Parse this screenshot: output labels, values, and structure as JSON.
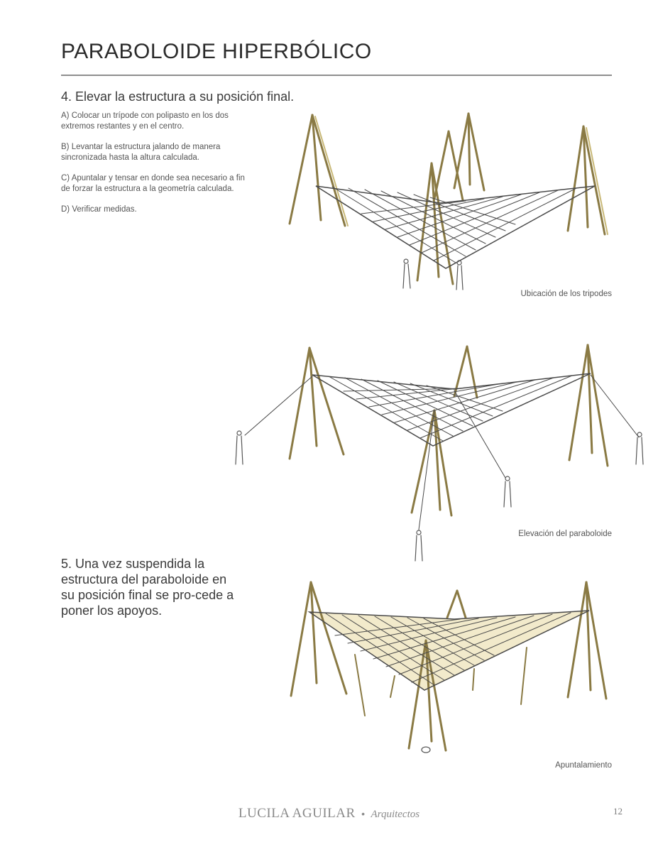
{
  "header": {
    "title": "PARABOLOIDE HIPERBÓLICO"
  },
  "step4": {
    "number": "4.",
    "heading": "Elevar la estructura a su posición final.",
    "items": [
      "A) Colocar un trípode con polipasto en los dos extremos restantes y en el centro.",
      "B) Levantar la estructura jalando de manera sincronizada hasta la altura calculada.",
      "C) Apuntalar y tensar en donde sea necesario a fin de forzar la estructura a la geometría calculada.",
      "D) Verificar medidas."
    ]
  },
  "step5": {
    "number": "5.",
    "text": "Una vez suspendida la estructura del paraboloide en su posición final se pro-cede a poner los apoyos."
  },
  "figures": [
    {
      "caption": "Ubicación de los tripodes"
    },
    {
      "caption": "Elevación del paraboloide"
    },
    {
      "caption": "Apuntalamiento"
    }
  ],
  "footer": {
    "brand": "LUCILA AGUILAR",
    "separator": "•",
    "subtitle": "Arquitectos"
  },
  "page_number": "12",
  "colors": {
    "pole": "#8a7a44",
    "pole_shadow": "#c9b978",
    "net": "#4a4a4a",
    "tint": "#e8d9a0"
  }
}
